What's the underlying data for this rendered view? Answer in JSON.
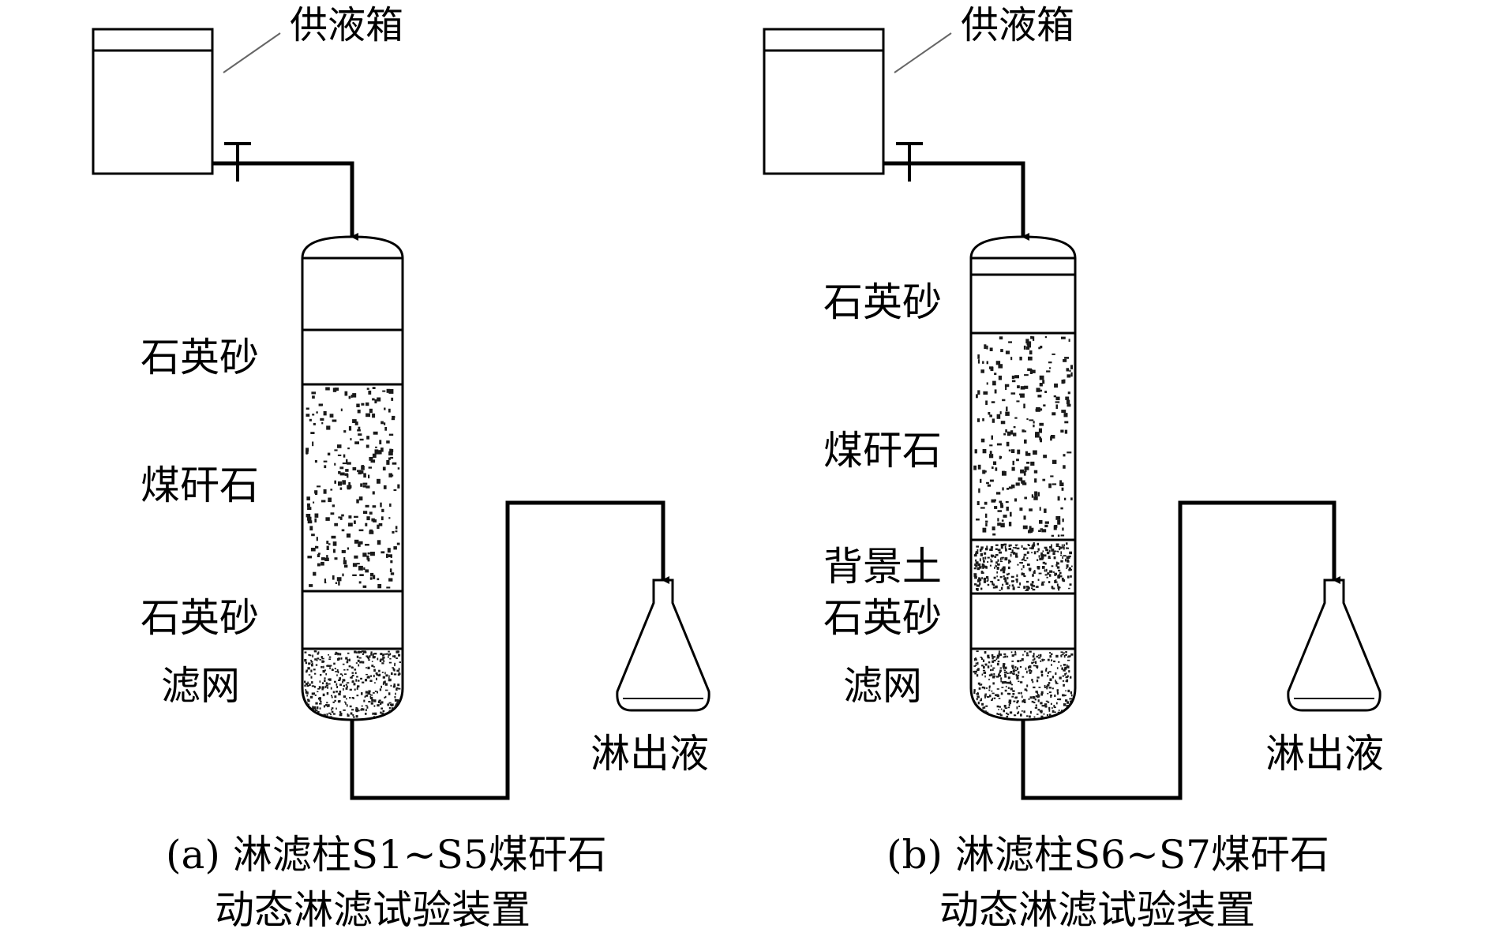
{
  "panel_a": {
    "supply_tank_label": "供液箱",
    "layers": {
      "quartz_top": "石英砂",
      "gangue": "煤矸石",
      "quartz_bottom": "石英砂",
      "filter_mesh": "滤网"
    },
    "leachate_label": "淋出液",
    "caption_line1": "(a) 淋滤柱S1~S5煤矸石",
    "caption_line2": "动态淋滤试验装置"
  },
  "panel_b": {
    "supply_tank_label": "供液箱",
    "layers": {
      "quartz_top": "石英砂",
      "gangue": "煤矸石",
      "background_soil": "背景土",
      "quartz_bottom": "石英砂",
      "filter_mesh": "滤网"
    },
    "leachate_label": "淋出液",
    "caption_line1": "(b) 淋滤柱S6~S7煤矸石",
    "caption_line2": "动态淋滤试验装置"
  },
  "colors": {
    "line": "#000000",
    "background": "#ffffff",
    "speckle": "#1a1a1a"
  }
}
